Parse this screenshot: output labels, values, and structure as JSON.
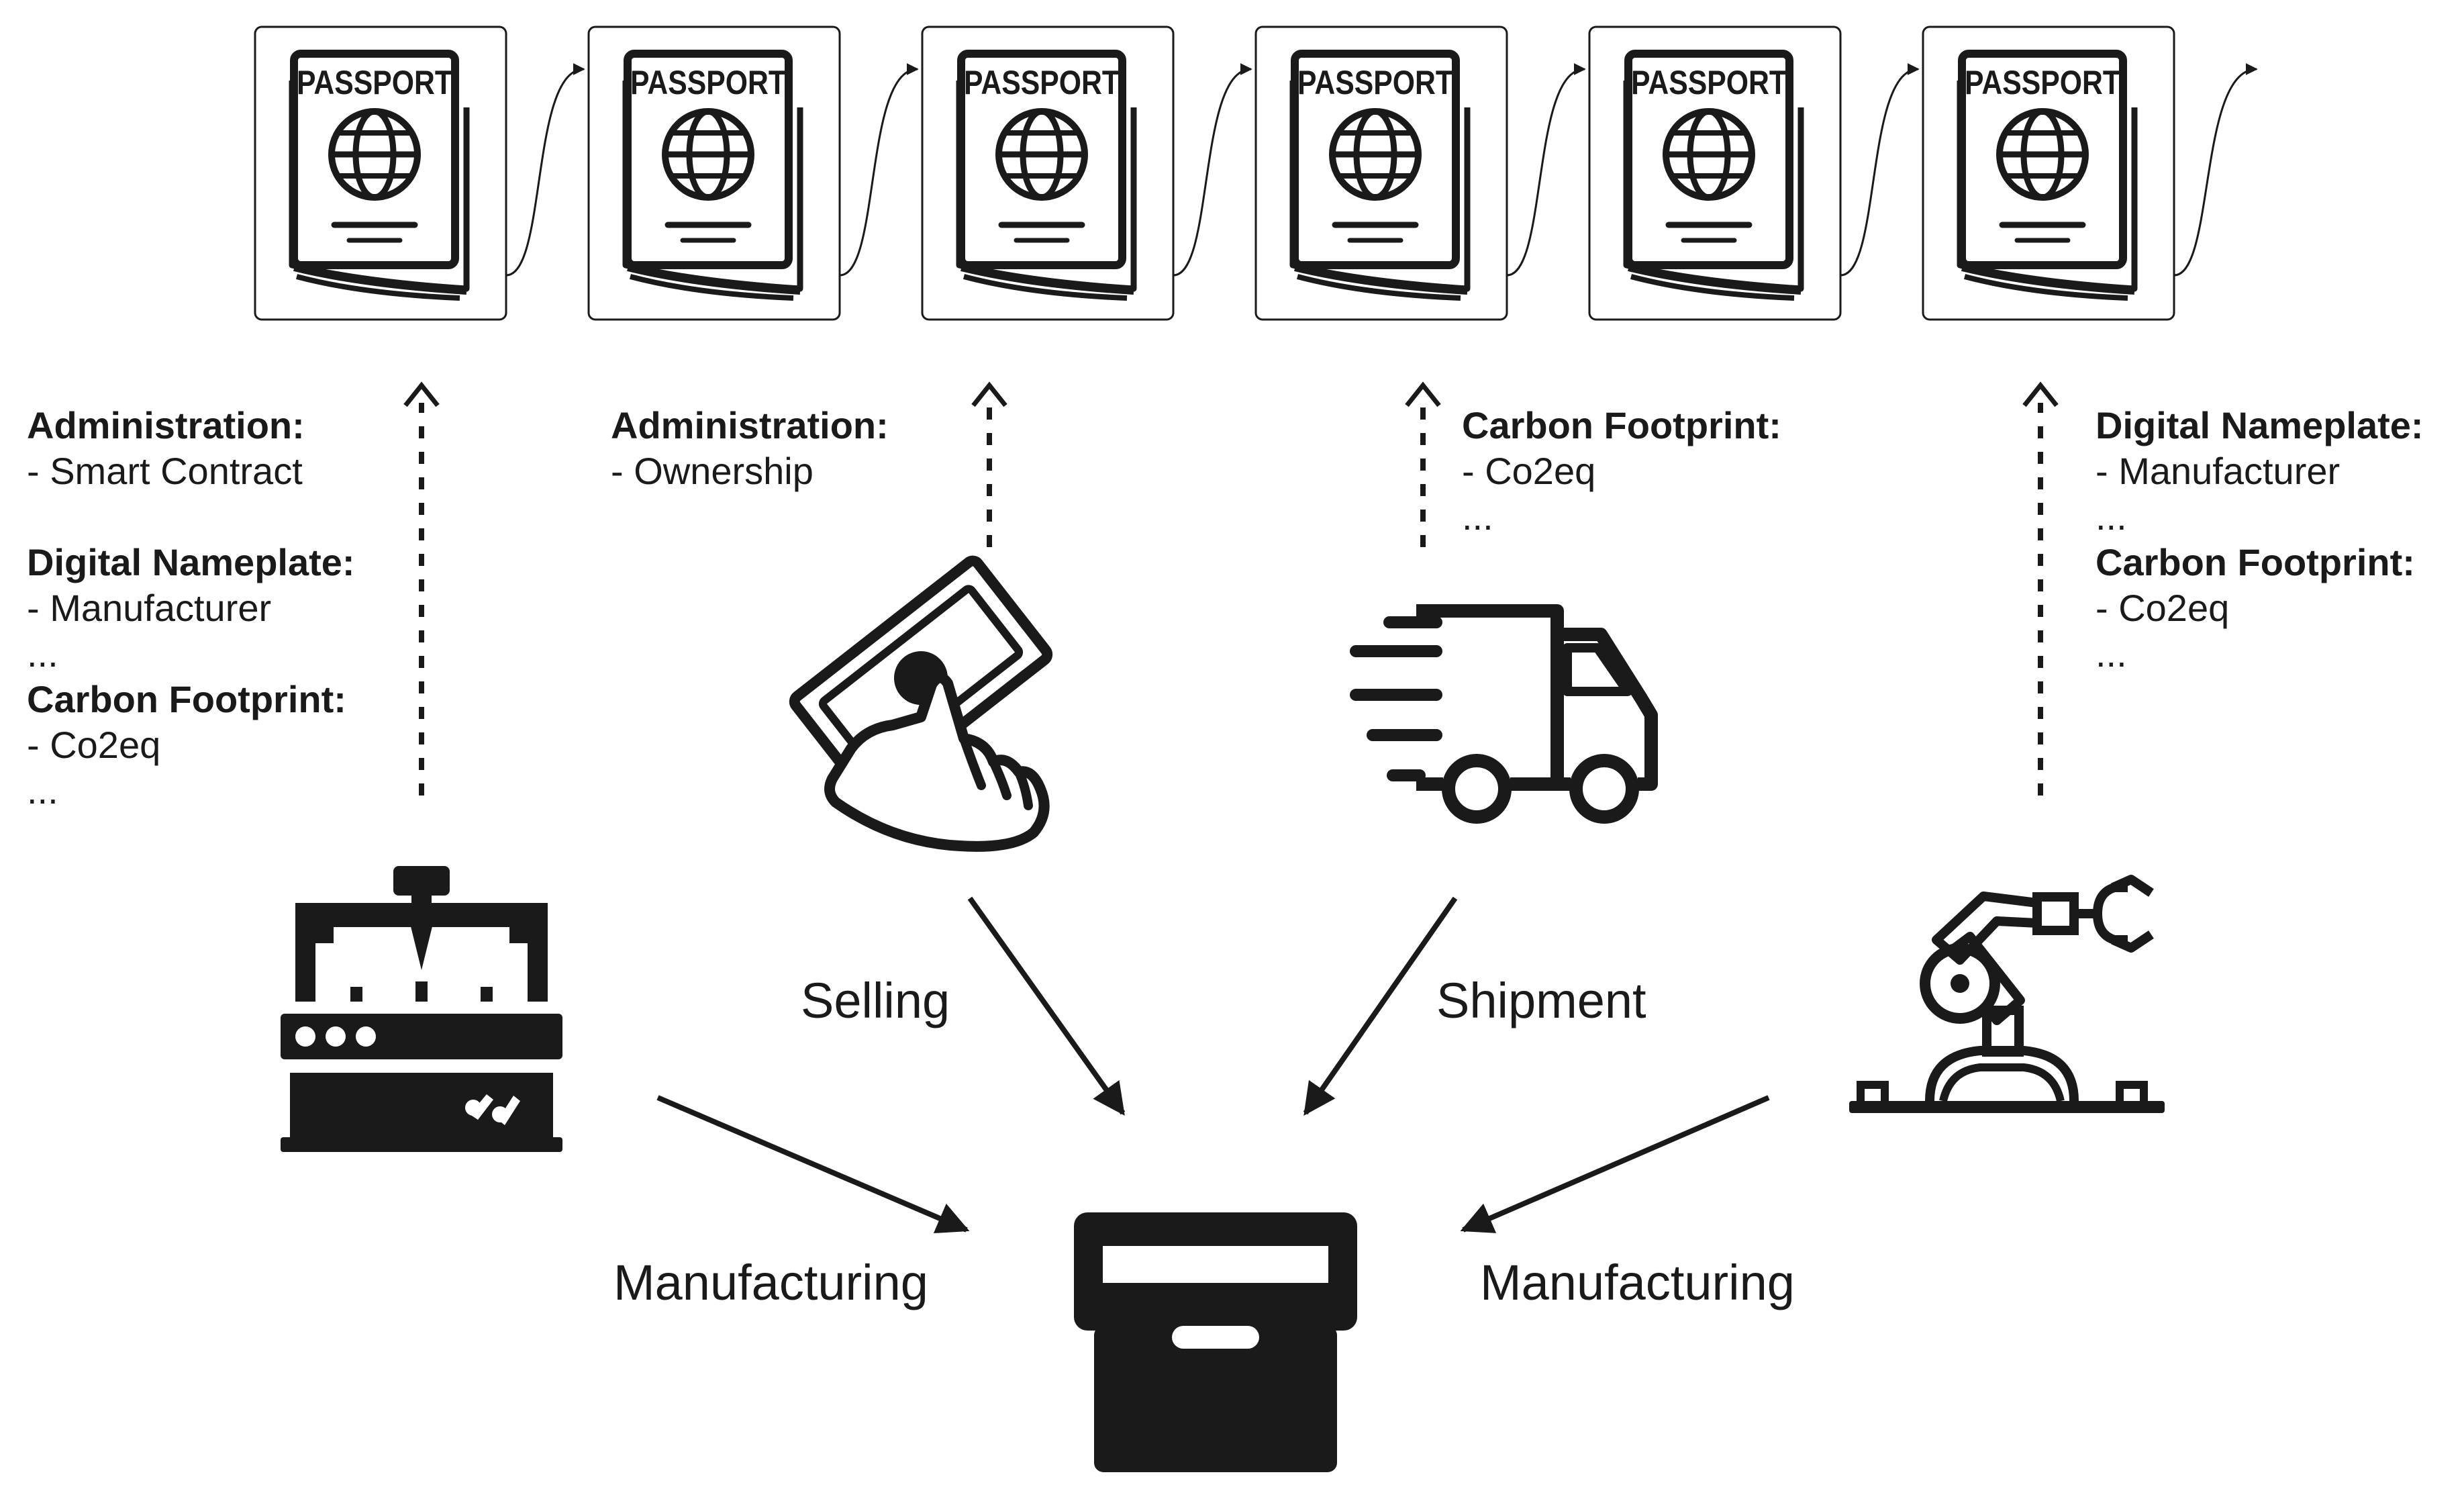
{
  "passports": [
    {
      "label": "PASSPORT"
    },
    {
      "label": "PASSPORT"
    },
    {
      "label": "PASSPORT"
    },
    {
      "label": "PASSPORT"
    },
    {
      "label": "PASSPORT"
    },
    {
      "label": "PASSPORT"
    }
  ],
  "info_blocks": {
    "block1": {
      "h1": "Administration:",
      "l1": "- Smart Contract",
      "h2": "Digital Nameplate:",
      "l2": "- Manufacturer",
      "l3": "...",
      "h3": "Carbon Footprint:",
      "l4": "- Co2eq",
      "l5": "..."
    },
    "block2": {
      "h1": "Administration:",
      "l1": "- Ownership"
    },
    "block3": {
      "h1": "Carbon Footprint:",
      "l1": "- Co2eq",
      "l2": "..."
    },
    "block4": {
      "h1": "Digital Nameplate:",
      "l1": "- Manufacturer",
      "l2": "...",
      "h2": "Carbon Footprint:",
      "l3": "- Co2eq",
      "l4": "..."
    }
  },
  "labels": {
    "selling": "Selling",
    "shipment": "Shipment",
    "manufacturing_left": "Manufacturing",
    "manufacturing_right": "Manufacturing"
  },
  "icons": {
    "passport": "passport-icon",
    "cnc_machine": "cnc-machine-icon",
    "money_hand": "money-hand-icon",
    "delivery_truck": "delivery-truck-icon",
    "robot_arm": "robot-arm-icon",
    "archive_box": "archive-box-icon"
  },
  "colors": {
    "ink": "#1a1a1a",
    "background": "#ffffff"
  }
}
